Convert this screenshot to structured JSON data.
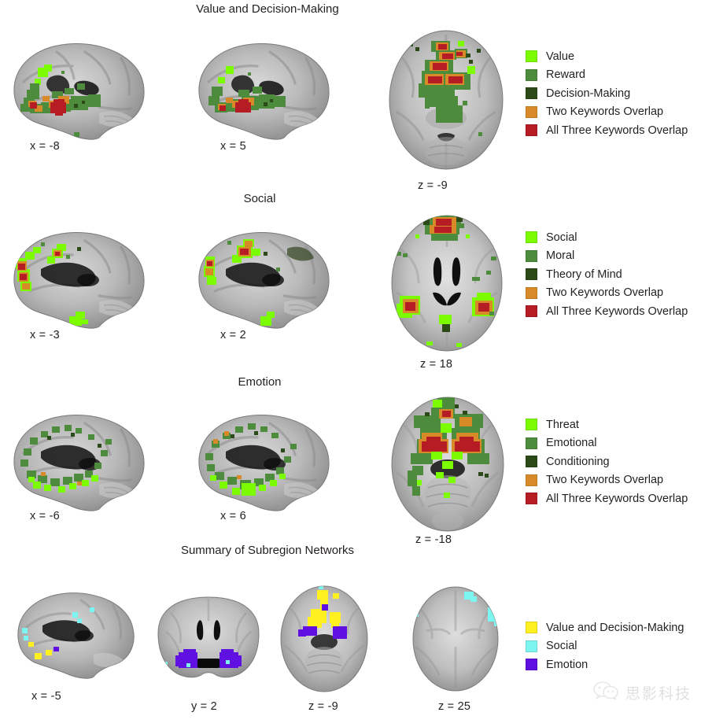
{
  "figure": {
    "watermark": "思影科技",
    "watermark_icon": "wechat-icon"
  },
  "sections": [
    {
      "id": "value-decision-making",
      "title": "Value and Decision-Making",
      "slices": [
        {
          "name": "sagittal-left",
          "label": "x = -8"
        },
        {
          "name": "sagittal-right",
          "label": "x = 5"
        },
        {
          "name": "axial",
          "label": "z = -9"
        }
      ],
      "legend": [
        {
          "label": "Value",
          "color": "#7CFC00"
        },
        {
          "label": "Reward",
          "color": "#4C8C3C"
        },
        {
          "label": "Decision-Making",
          "color": "#2C4A18"
        },
        {
          "label": "Two Keywords Overlap",
          "color": "#D98A28"
        },
        {
          "label": "All Three Keywords Overlap",
          "color": "#B51C24"
        }
      ]
    },
    {
      "id": "social",
      "title": "Social",
      "slices": [
        {
          "name": "sagittal-left",
          "label": "x = -3"
        },
        {
          "name": "sagittal-right",
          "label": "x = 2"
        },
        {
          "name": "axial",
          "label": "z = 18"
        }
      ],
      "legend": [
        {
          "label": "Social",
          "color": "#7CFC00"
        },
        {
          "label": "Moral",
          "color": "#4C8C3C"
        },
        {
          "label": "Theory of Mind",
          "color": "#2C4A18"
        },
        {
          "label": "Two Keywords Overlap",
          "color": "#D98A28"
        },
        {
          "label": "All Three Keywords Overlap",
          "color": "#B51C24"
        }
      ]
    },
    {
      "id": "emotion",
      "title": "Emotion",
      "slices": [
        {
          "name": "sagittal-left",
          "label": "x = -6"
        },
        {
          "name": "sagittal-right",
          "label": "x = 6"
        },
        {
          "name": "axial",
          "label": "z = -18"
        }
      ],
      "legend": [
        {
          "label": "Threat",
          "color": "#7CFC00"
        },
        {
          "label": "Emotional",
          "color": "#4C8C3C"
        },
        {
          "label": "Conditioning",
          "color": "#2C4A18"
        },
        {
          "label": "Two Keywords Overlap",
          "color": "#D98A28"
        },
        {
          "label": "All Three Keywords Overlap",
          "color": "#B51C24"
        }
      ]
    },
    {
      "id": "summary-of-subregion-networks",
      "title": "Summary of Subregion Networks",
      "slices": [
        {
          "name": "sagittal",
          "label": "x = -5"
        },
        {
          "name": "coronal",
          "label": "y = 2"
        },
        {
          "name": "axial-inferior",
          "label": "z = -9"
        },
        {
          "name": "axial-superior",
          "label": "z = 25"
        }
      ],
      "legend": [
        {
          "label": "Value and Decision-Making",
          "color": "#FFF020"
        },
        {
          "label": "Social",
          "color": "#7CF5F0"
        },
        {
          "label": "Emotion",
          "color": "#6010E0"
        }
      ]
    }
  ]
}
